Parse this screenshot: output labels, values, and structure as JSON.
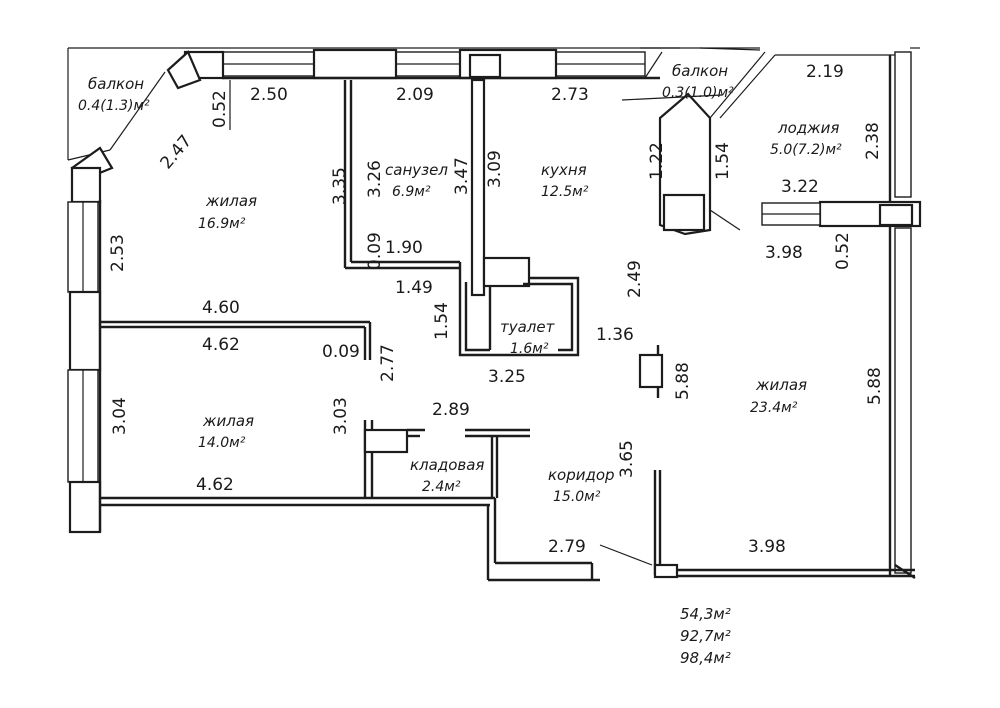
{
  "rooms": {
    "balcony_left": {
      "name": "балкон",
      "area": "0.4(1.3)м²"
    },
    "bathroom": {
      "name": "санузел",
      "area": "6.9м²"
    },
    "kitchen": {
      "name": "кухня",
      "area": "12.5м²"
    },
    "balcony_right": {
      "name": "балкон",
      "area": "0.3(1.0)м²"
    },
    "loggia": {
      "name": "лоджия",
      "area": "5.0(7.2)м²"
    },
    "living_1": {
      "name": "жилая",
      "area": "16.9м²"
    },
    "living_2": {
      "name": "жилая",
      "area": "14.0м²"
    },
    "living_3": {
      "name": "жилая",
      "area": "23.4м²"
    },
    "toilet": {
      "name": "туалет",
      "area": "1.6м²"
    },
    "pantry": {
      "name": "кладовая",
      "area": "2.4м²"
    },
    "corridor": {
      "name": "коридор",
      "area": "15.0м²"
    }
  },
  "dimensions": {
    "d_2_50": "2.50",
    "d_2_09": "2.09",
    "d_2_73": "2.73",
    "d_2_19": "2.19",
    "d_0_52_a": "0.52",
    "d_2_47": "2.47",
    "d_3_35": "3.35",
    "d_3_26": "3.26",
    "d_3_47": "3.47",
    "d_3_09": "3.09",
    "d_1_22": "1.22",
    "d_1_54_a": "1.54",
    "d_2_38": "2.38",
    "d_3_22": "3.22",
    "d_3_98_a": "3.98",
    "d_0_52_b": "0.52",
    "d_2_53": "2.53",
    "d_0_09_a": "0.09",
    "d_1_90": "1.90",
    "d_1_49": "1.49",
    "d_2_49": "2.49",
    "d_4_60": "4.60",
    "d_4_62_a": "4.62",
    "d_0_09_b": "0.09",
    "d_2_77": "2.77",
    "d_1_54_b": "1.54",
    "d_1_36": "1.36",
    "d_3_25": "3.25",
    "d_5_88_a": "5.88",
    "d_5_88_b": "5.88",
    "d_3_04": "3.04",
    "d_3_03": "3.03",
    "d_2_89": "2.89",
    "d_3_65": "3.65",
    "d_4_62_b": "4.62",
    "d_2_79": "2.79",
    "d_3_98_b": "3.98"
  },
  "totals": {
    "t1": "54,3м²",
    "t2": "92,7м²",
    "t3": "98,4м²"
  }
}
